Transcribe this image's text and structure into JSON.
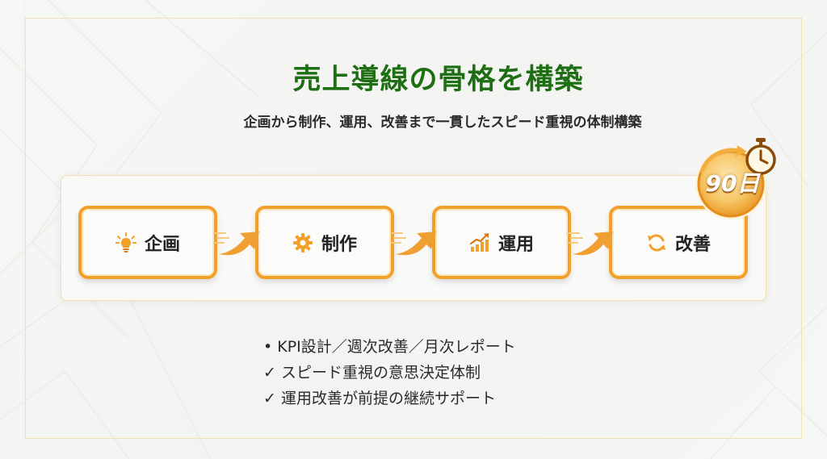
{
  "title": "売上導線の骨格を構築",
  "subtitle": "企画から制作、運用、改善まで一貫したスピード重視の体制構築",
  "badge": {
    "text": "90日",
    "icon": "stopwatch-icon"
  },
  "steps": [
    {
      "label": "企画",
      "icon": "lightbulb-icon"
    },
    {
      "label": "制作",
      "icon": "gear-icon"
    },
    {
      "label": "運用",
      "icon": "growth-chart-icon"
    },
    {
      "label": "改善",
      "icon": "refresh-icon"
    }
  ],
  "bullets": [
    "• KPI設計／週次改善／月次レポート",
    "✓ スピード重視の意思決定体制",
    "✓ 運用改善が前提の継続サポート"
  ],
  "colors": {
    "title": "#1e6e14",
    "accent": "#f1a02a",
    "accent_dark": "#d9780c",
    "text": "#2a2a2a"
  }
}
